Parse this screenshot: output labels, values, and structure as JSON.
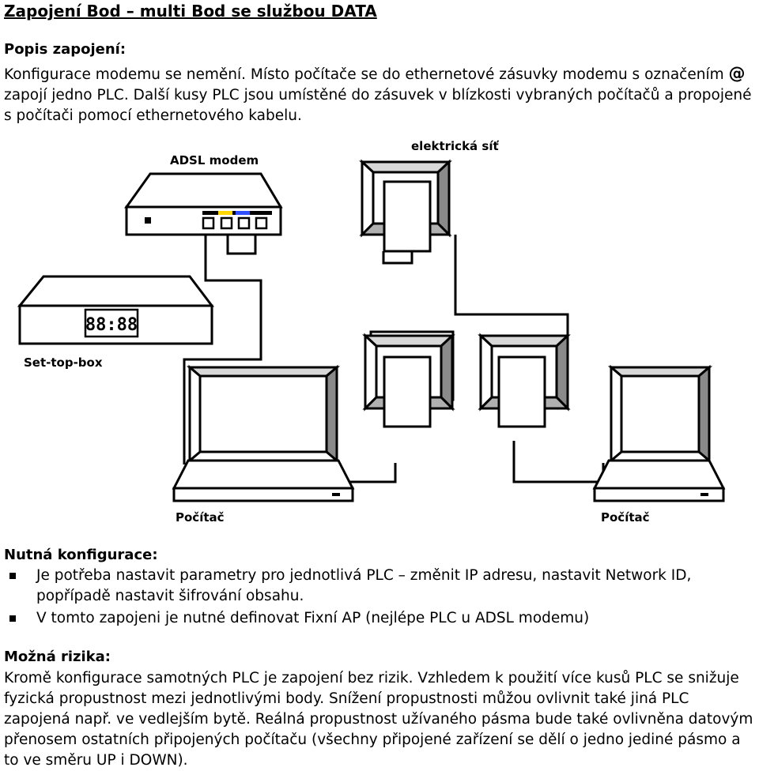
{
  "title": "Zapojení Bod – multi Bod se službou DATA",
  "description": {
    "heading": "Popis zapojení:",
    "line1_before_at": "Konfigurace modemu se nemění. Místo počítače se do ethernetové zásuvky modemu s označením",
    "at_symbol": "@",
    "line1_after_at": "zapojí jedno PLC. Další kusy PLC jsou umístěné do zásuvek v blízkosti vybraných počítačů a propojené s počítači pomocí ethernetového kabelu."
  },
  "diagram": {
    "labels": {
      "power_network": "elektrická síť",
      "modem": "ADSL modem",
      "settopbox": "Set-top-box",
      "settopbox_display": "88:88",
      "pc_left": "Počítač",
      "pc_right": "Počítač"
    },
    "modem_led_colors": [
      "#ffd700",
      "#3050ff",
      "#ffffff"
    ]
  },
  "config": {
    "heading": "Nutná konfigurace:",
    "items": [
      "Je potřeba nastavit parametry pro jednotlivá PLC – změnit IP adresu, nastavit Network ID, popřípadě nastavit šifrování obsahu.",
      "V tomto zapojeni je nutné definovat Fixní AP (nejlépe PLC u ADSL modemu)"
    ]
  },
  "risks": {
    "heading": "Možná rizika:",
    "text": "Kromě konfigurace samotných PLC je zapojení bez rizik. Vzhledem k použití více kusů PLC se snižuje fyzická propustnost mezi jednotlivými body. Snížení propustnosti můžou ovlivnit také jiná PLC zapojená např. ve vedlejším bytě. Reálná propustnost užívaného pásma bude také ovlivněna datovým přenosem ostatních připojených počítaču (všechny připojené zařízení se dělí o jedno jediné pásmo a to ve směru UP i DOWN)."
  }
}
